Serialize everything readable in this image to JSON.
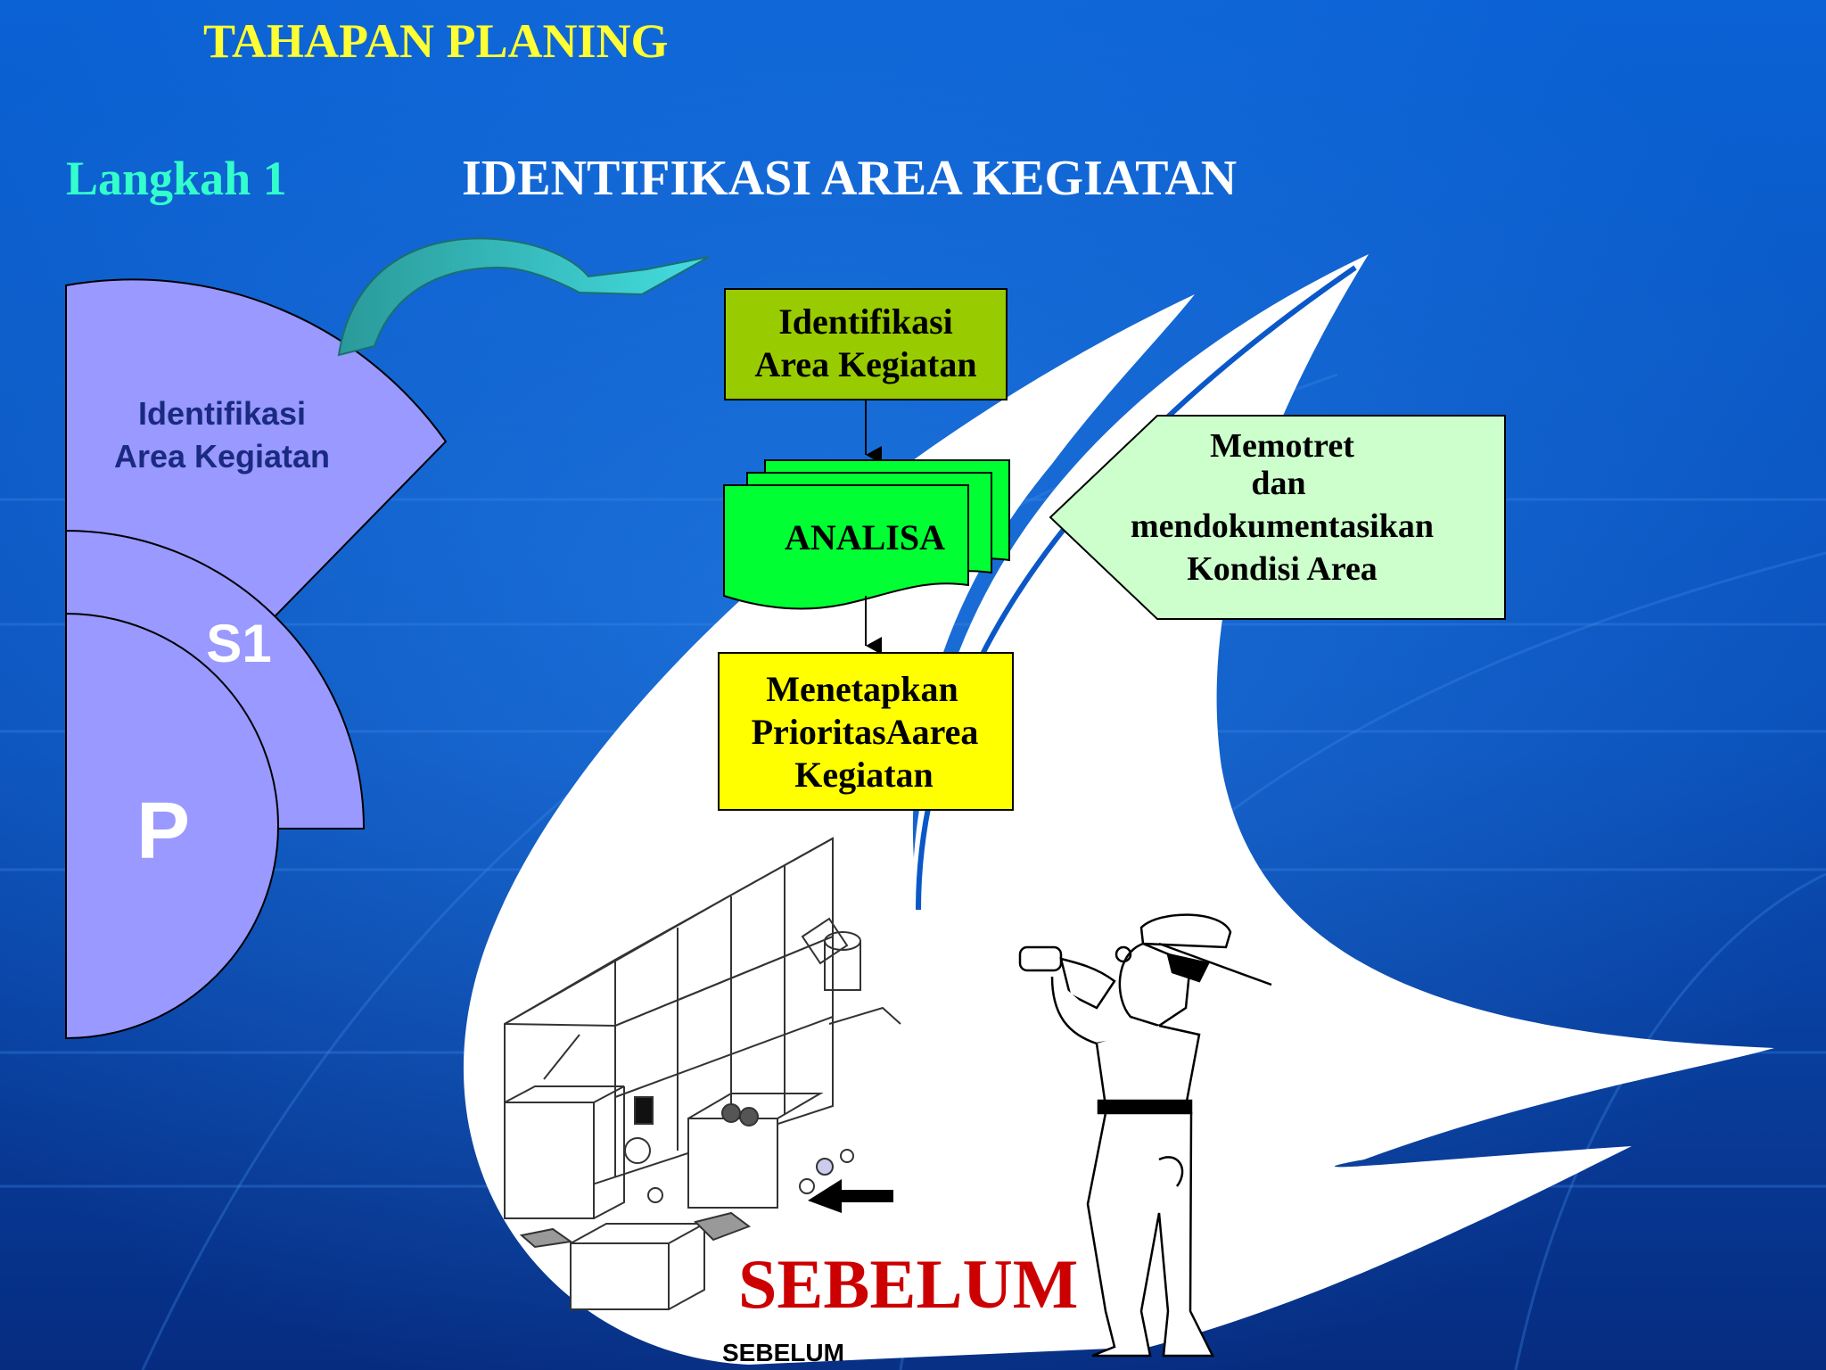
{
  "slide": {
    "title": "TAHAPAN PLANING",
    "step_label": "Langkah 1",
    "heading": "IDENTIFIKASI AREA KEGIATAN"
  },
  "fan": {
    "outer_label_line1": "Identifikasi",
    "outer_label_line2": "Area Kegiatan",
    "middle_label": "S1",
    "inner_label": "P"
  },
  "flow": {
    "box1_line1": "Identifikasi",
    "box1_line2": "Area Kegiatan",
    "box2": "ANALISA",
    "box3_line1": "Menetapkan",
    "box3_line2": "PrioritasAarea",
    "box3_line3": "Kegiatan",
    "side_line1": "Memotret",
    "side_line2": "dan",
    "side_line3": "mendokumentasikan",
    "side_line4": "Kondisi Area"
  },
  "illustration": {
    "label_large": "SEBELUM",
    "label_small": "SEBELUM"
  },
  "colors": {
    "background_top": "#0a5fd0",
    "background_bottom": "#062e86",
    "fan": "#9999ff",
    "box1": "#99cc00",
    "box2": "#00ff33",
    "box3": "#ffff00",
    "side_box": "#ccffcc",
    "title": "#ffff33",
    "step": "#33ffcc",
    "sebelum": "#cc0000"
  }
}
